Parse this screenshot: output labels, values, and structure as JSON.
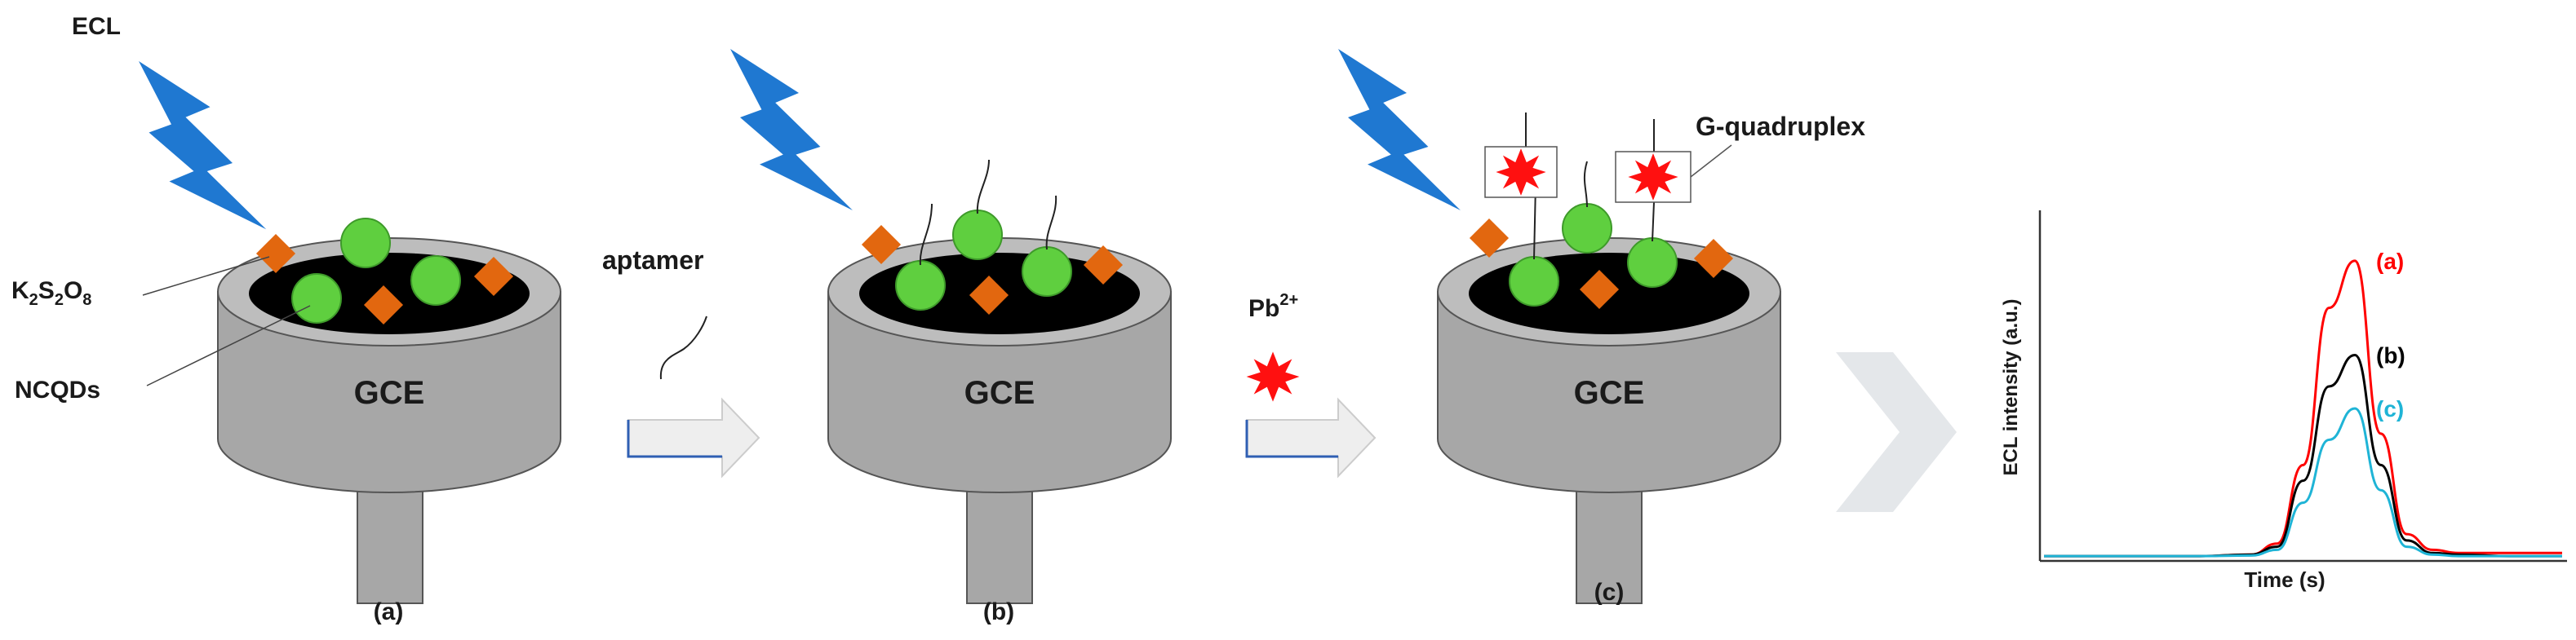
{
  "labels": {
    "ecl": "ECL",
    "k2s2o8": {
      "base": "K",
      "s1": "2",
      "s": "S",
      "s2": "2",
      "o": "O",
      "s3": "8"
    },
    "ncqds": "NCQDs",
    "gce": "GCE",
    "aptamer": "aptamer",
    "pb": {
      "base": "Pb",
      "sup": "2+"
    },
    "g_quadruplex": "G-quadruplex"
  },
  "panels": [
    "(a)",
    "(b)",
    "(c)"
  ],
  "colors": {
    "lightning": "#1f78d1",
    "qd": "#5fcf3f",
    "qd_stroke": "#3e9a2a",
    "diamond": "#e2670f",
    "pb": "#ff1010",
    "electrode_side": "#a7a7a7",
    "electrode_top": "#bdbdbd",
    "arrow_fill": "#eeeeee",
    "arrow_edge": "#2f5fb3",
    "curve_a": "#ff0000",
    "curve_b": "#000000",
    "curve_c": "#1fb4d6"
  },
  "chart_data": {
    "type": "line",
    "title": "",
    "xlabel": "Time (s)",
    "ylabel": "ECL intensity (a.u.)",
    "x": [
      0,
      10,
      20,
      30,
      40,
      45,
      50,
      55,
      60,
      65,
      70,
      75,
      80,
      90,
      100
    ],
    "series": [
      {
        "name": "(a)",
        "values": [
          1,
          1,
          1,
          1,
          1.5,
          5,
          30,
          80,
          95,
          40,
          8,
          3,
          2,
          2,
          2
        ]
      },
      {
        "name": "(b)",
        "values": [
          1,
          1,
          1,
          1,
          1.5,
          4,
          25,
          55,
          65,
          30,
          6,
          2,
          1.5,
          1,
          1
        ]
      },
      {
        "name": "(c)",
        "values": [
          1,
          1,
          1,
          1,
          1.2,
          3,
          18,
          38,
          48,
          22,
          4,
          1.5,
          1,
          1,
          1
        ]
      }
    ],
    "ylim": [
      0,
      110
    ],
    "grid": false,
    "legend": "inline labels"
  }
}
